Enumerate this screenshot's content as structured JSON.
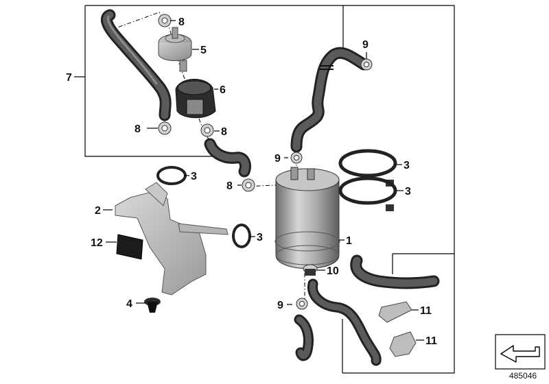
{
  "diagram": {
    "callouts": {
      "c1": "1",
      "c2": "2",
      "c3a": "3",
      "c3b": "3",
      "c3c": "3",
      "c3d": "3",
      "c4": "4",
      "c5": "5",
      "c6": "6",
      "c7": "7",
      "c8a": "8",
      "c8b": "8",
      "c8c": "8",
      "c8d": "8",
      "c9a": "9",
      "c9b": "9",
      "c9c": "9",
      "c10": "10",
      "c11a": "11",
      "c11b": "11",
      "c12": "12"
    },
    "reference_number": "485046",
    "icon": "arrow-corner-icon"
  }
}
